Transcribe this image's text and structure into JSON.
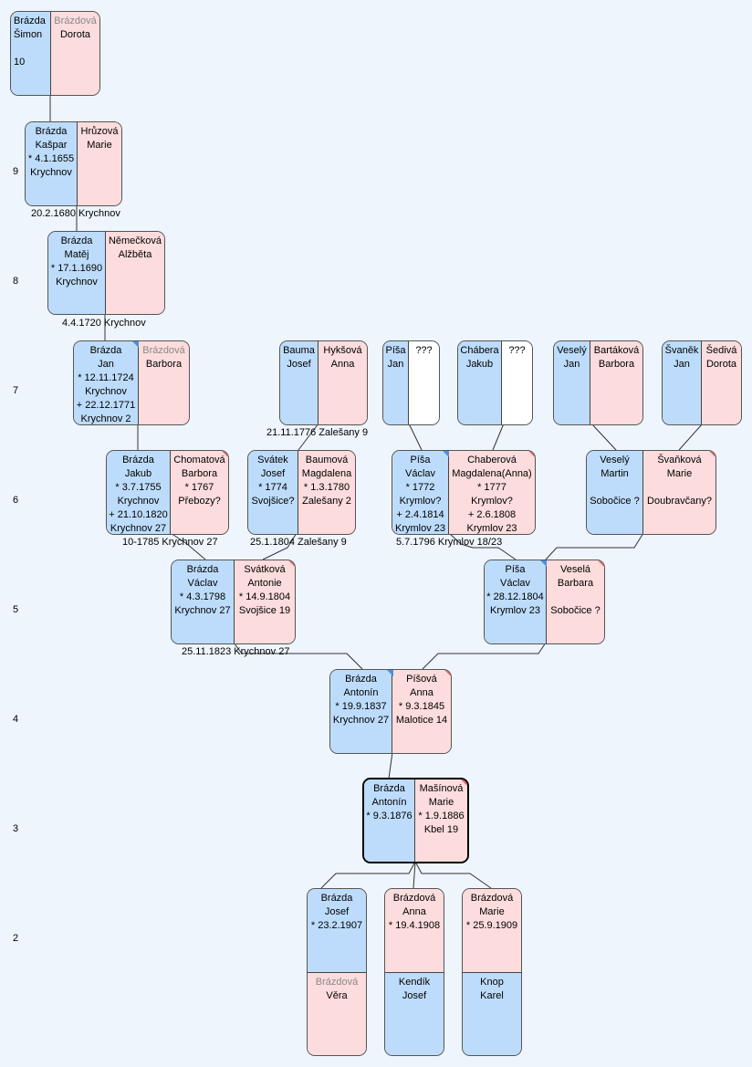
{
  "generations": [
    "10",
    "9",
    "8",
    "7",
    "6",
    "5",
    "4",
    "3",
    "2"
  ],
  "cards": {
    "c10": {
      "m": [
        "Brázda",
        "Šimon",
        "",
        "10"
      ],
      "f": [
        "Brázdová",
        "Dorota"
      ]
    },
    "c9": {
      "m": [
        "Brázda",
        "Kašpar",
        "* 4.1.1655",
        "Krychnov"
      ],
      "f": [
        "Hrůzová",
        "Marie"
      ]
    },
    "c8": {
      "m": [
        "Brázda",
        "Matěj",
        "* 17.1.1690",
        "Krychnov"
      ],
      "f": [
        "Němečková",
        "Alžběta"
      ]
    },
    "c7a": {
      "m": [
        "Brázda",
        "Jan",
        "* 12.11.1724",
        "Krychnov",
        "+ 22.12.1771",
        "Krychnov 2"
      ],
      "f": [
        "Brázdová",
        "Barbora"
      ]
    },
    "c7b": {
      "m": [
        "Bauma",
        "Josef"
      ],
      "f": [
        "Hykšová",
        "Anna"
      ]
    },
    "c7c": {
      "m": [
        "Píša",
        "Jan"
      ],
      "f": [
        "???"
      ]
    },
    "c7d": {
      "m": [
        "Chábera",
        "Jakub"
      ],
      "f": [
        "???"
      ]
    },
    "c7e": {
      "m": [
        "Veselý",
        "Jan"
      ],
      "f": [
        "Bartáková",
        "Barbora"
      ]
    },
    "c7f": {
      "m": [
        "Švaněk",
        "Jan"
      ],
      "f": [
        "Šedivá",
        "Dorota"
      ]
    },
    "c6a": {
      "m": [
        "Brázda",
        "Jakub",
        "* 3.7.1755",
        "Krychnov",
        "+ 21.10.1820",
        "Krychnov 27"
      ],
      "f": [
        "Chomatová",
        "Barbora",
        "* 1767",
        "Přebozy?"
      ]
    },
    "c6b": {
      "m": [
        "Svátek",
        "Josef",
        "* 1774",
        "Svojšice?"
      ],
      "f": [
        "Baumová",
        "Magdalena",
        "* 1.3.1780",
        "Zalešany 2"
      ]
    },
    "c6c": {
      "m": [
        "Píša",
        "Václav",
        "* 1772",
        "Krymlov?",
        "+ 2.4.1814",
        "Krymlov 23"
      ],
      "f": [
        "Chaberová",
        "Magdalena(Anna)",
        "* 1777",
        "Krymlov?",
        "+ 2.6.1808",
        "Krymlov 23"
      ]
    },
    "c6d": {
      "m": [
        "Veselý",
        "Martin",
        "",
        "Sobočice ?"
      ],
      "f": [
        "Švaňková",
        "Marie",
        "",
        "Doubravčany?"
      ]
    },
    "c5a": {
      "m": [
        "Brázda",
        "Václav",
        "* 4.3.1798",
        "Krychnov 27"
      ],
      "f": [
        "Svátková",
        "Antonie",
        "* 14.9.1804",
        "Svojšice 19"
      ]
    },
    "c5b": {
      "m": [
        "Píša",
        "Václav",
        "* 28.12.1804",
        "Krymlov 23"
      ],
      "f": [
        "Veselá",
        "Barbara",
        "",
        "Sobočice ?"
      ]
    },
    "c4": {
      "m": [
        "Brázda",
        "Antonín",
        "* 19.9.1837",
        "Krychnov 27"
      ],
      "f": [
        "Píšová",
        "Anna",
        "* 9.3.1845",
        "Malotice 14"
      ]
    },
    "c3": {
      "m": [
        "Brázda",
        "Antonín",
        "* 9.3.1876"
      ],
      "f": [
        "Mašínová",
        "Marie",
        "* 1.9.1886",
        "Kbel 19"
      ]
    },
    "c2a": {
      "top": [
        "Brázda",
        "Josef",
        "* 23.2.1907"
      ],
      "bottom": [
        "Brázdová",
        "Věra"
      ]
    },
    "c2b": {
      "top": [
        "Brázdová",
        "Anna",
        "* 19.4.1908"
      ],
      "bottom": [
        "Kendík",
        "Josef"
      ]
    },
    "c2c": {
      "top": [
        "Brázdová",
        "Marie",
        "* 25.9.1909"
      ],
      "bottom": [
        "Knop",
        "Karel"
      ]
    }
  },
  "marriages": {
    "m9": "20.2.1680 Krychnov",
    "m8": "4.4.1720 Krychnov",
    "m7b": "21.11.1776 Zalešany 9",
    "m6a": "10-1785 Krychnov 27",
    "m6b": "25.1.1804 Zalešany 9",
    "m6c": "5.7.1796 Krymlov 18/23",
    "m5a": "25.11.1823 Krychnov 27"
  }
}
